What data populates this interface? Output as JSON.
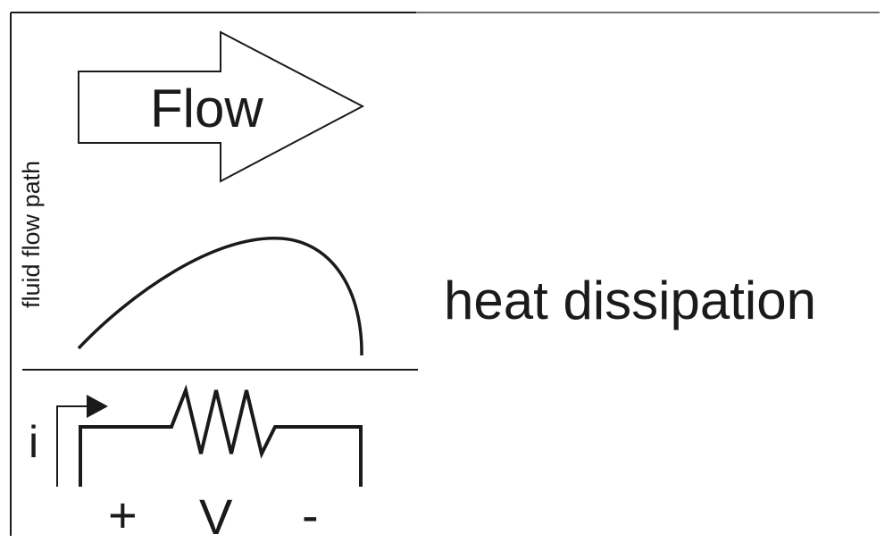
{
  "diagram": {
    "side_label": "fluid flow path",
    "flow_arrow_label": "Flow",
    "curve_label": "heat dissipation",
    "current_label": "i",
    "plus_label": "+",
    "voltage_label": "V",
    "minus_label": "-"
  }
}
